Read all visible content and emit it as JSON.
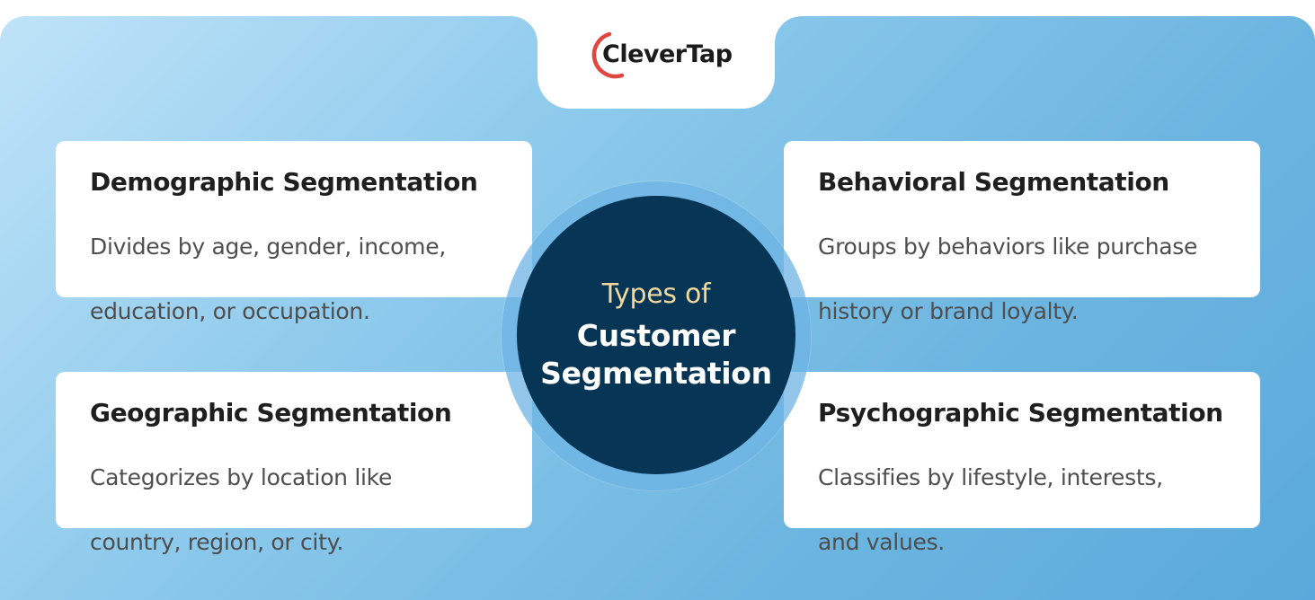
{
  "brand": {
    "name": "CleverTap",
    "mark_color": "#e0463d"
  },
  "hub": {
    "line1": "Types of",
    "line2": "Customer",
    "line3": "Segmentation"
  },
  "cards": [
    {
      "title": "Demographic Segmentation",
      "desc_line1": "Divides by age, gender, income,",
      "desc_line2": "education, or occupation."
    },
    {
      "title": "Behavioral Segmentation",
      "desc_line1": "Groups by behaviors like purchase",
      "desc_line2": "history or brand loyalty."
    },
    {
      "title": "Geographic Segmentation",
      "desc_line1": "Categorizes by location like",
      "desc_line2": "country, region, or city."
    },
    {
      "title": "Psychographic Segmentation",
      "desc_line1": "Classifies by lifestyle, interests,",
      "desc_line2": "and values."
    }
  ],
  "colors": {
    "hub_fill": "#073556",
    "hub_accent_text": "#f1d99e",
    "background_gradient": [
      "#bfe3f8",
      "#5aa9dc"
    ]
  }
}
